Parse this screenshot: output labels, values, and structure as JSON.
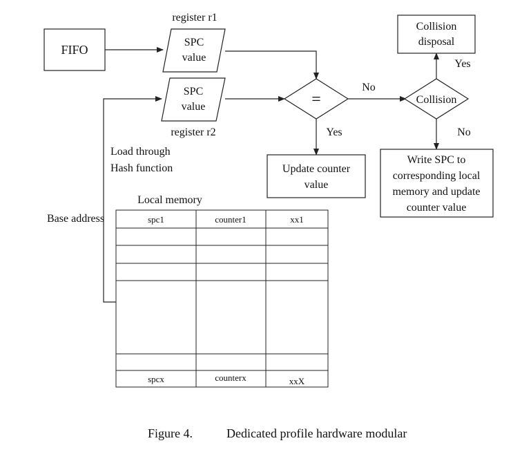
{
  "diagram": {
    "fifo": "FIFO",
    "register_r1": "register r1",
    "register_r2": "register r2",
    "spc_value_1": {
      "line1": "SPC",
      "line2": "value"
    },
    "spc_value_2": {
      "line1": "SPC",
      "line2": "value"
    },
    "equals": "=",
    "no_1": "No",
    "yes_1": "Yes",
    "collision": "Collision",
    "yes_2": "Yes",
    "no_2": "No",
    "collision_disposal": {
      "line1": "Collision",
      "line2": "disposal"
    },
    "update_counter": {
      "line1": "Update counter",
      "line2": "value"
    },
    "write_spc": {
      "line1": "Write SPC to",
      "line2": "corresponding local",
      "line3": "memory and update",
      "line4": "counter value"
    },
    "load_through": {
      "line1": "Load through",
      "line2": "Hash function"
    },
    "base_address": "Base address",
    "local_memory": "Local memory",
    "table": {
      "first_row": [
        "spc1",
        "counter1",
        "xx1"
      ],
      "last_row": [
        "spcx",
        "counterx",
        "xxX"
      ]
    }
  },
  "caption": {
    "label": "Figure 4.",
    "text": "Dedicated profile hardware modular"
  }
}
